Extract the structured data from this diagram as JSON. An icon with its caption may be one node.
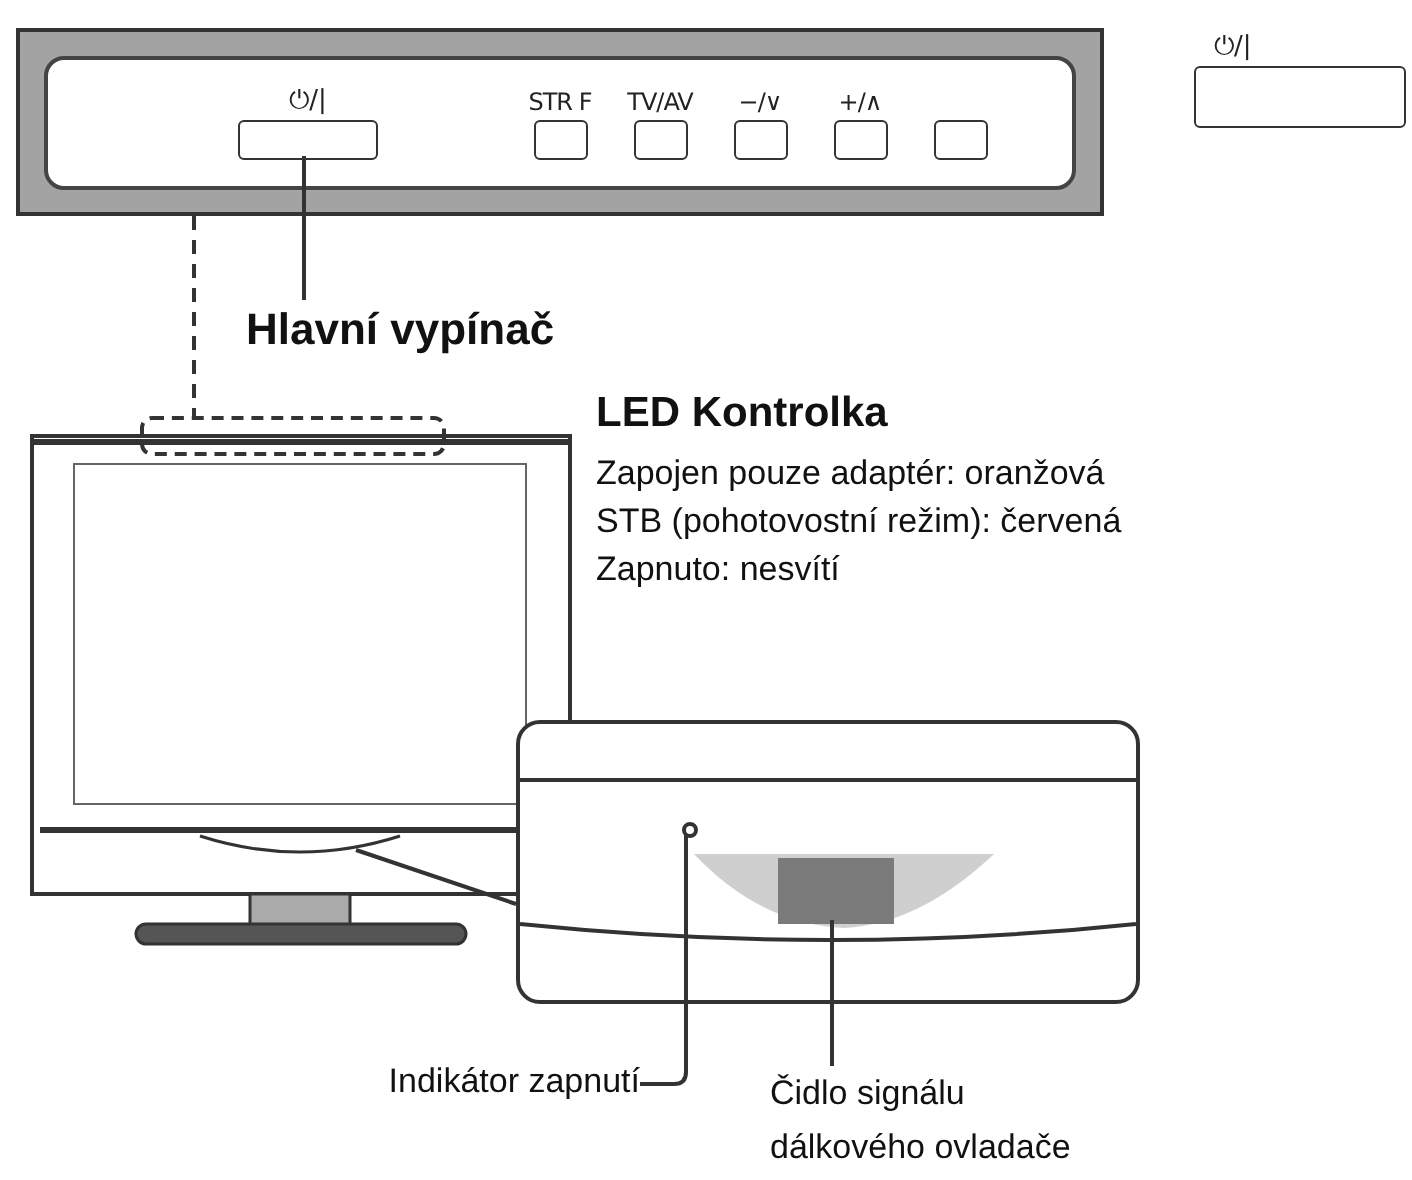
{
  "diagram": {
    "nodes": [
      {
        "text": [],
        "shape": "box"
      },
      {
        "text": [
          "⏻/|"
        ],
        "in": 0
      },
      {
        "text": [
          "STR F"
        ],
        "in": 0
      },
      {
        "text": [
          "TV/AV"
        ],
        "in": 0
      },
      {
        "text": [
          "−/∨"
        ],
        "in": 0
      },
      {
        "text": [
          "+/∧"
        ],
        "in": 0
      },
      {
        "text": [],
        "shape": "box",
        "in": 0
      },
      {
        "text": [
          "⏻/|"
        ]
      },
      {
        "text": [
          "Hlavní vypínač"
        ]
      },
      {
        "text": [],
        "shape": "box"
      },
      {
        "text": [],
        "shape": "box"
      },
      {
        "text": [],
        "shape": "circle",
        "in": 10
      },
      {
        "text": [],
        "shape": "box",
        "in": 10
      },
      {
        "text": [
          "Indikátor zapnutí"
        ]
      },
      {
        "text": [
          "Čidlo signálu dálkového ovladače"
        ]
      }
    ],
    "edges": [
      {
        "from": 8,
        "to": 1,
        "arrow": "none"
      },
      {
        "from": 0,
        "to": 9,
        "arrow": "none",
        "style": "dashed"
      },
      {
        "from": 13,
        "to": 11,
        "arrow": "none"
      },
      {
        "from": 14,
        "to": 12,
        "arrow": "none"
      }
    ],
    "labels": [
      "LED Kontrolka",
      "Zapojen pouze adaptér: oranžová",
      "STB (pohotovostní režim): červená",
      "Zapnuto: nesvítí"
    ]
  }
}
